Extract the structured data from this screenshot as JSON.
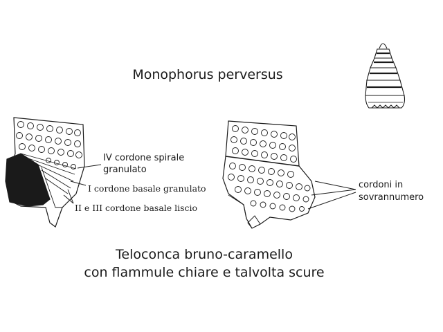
{
  "title": "Monophorus perversus",
  "labels": {
    "iv_cordone_line1": "IV cordone spirale",
    "iv_cordone_line2": "granulato",
    "i_cordone": "I cordone basale granulato",
    "ii_iii_cordone": "II e III cordone basale liscio",
    "cordoni_line1": "cordoni in",
    "cordoni_line2": "sovrannumero"
  },
  "caption": {
    "line1": "Teloconca bruno-caramello",
    "line2": "con flammule chiare e talvolta scure"
  },
  "colors": {
    "ink": "#1a1a1a",
    "background": "#ffffff"
  }
}
